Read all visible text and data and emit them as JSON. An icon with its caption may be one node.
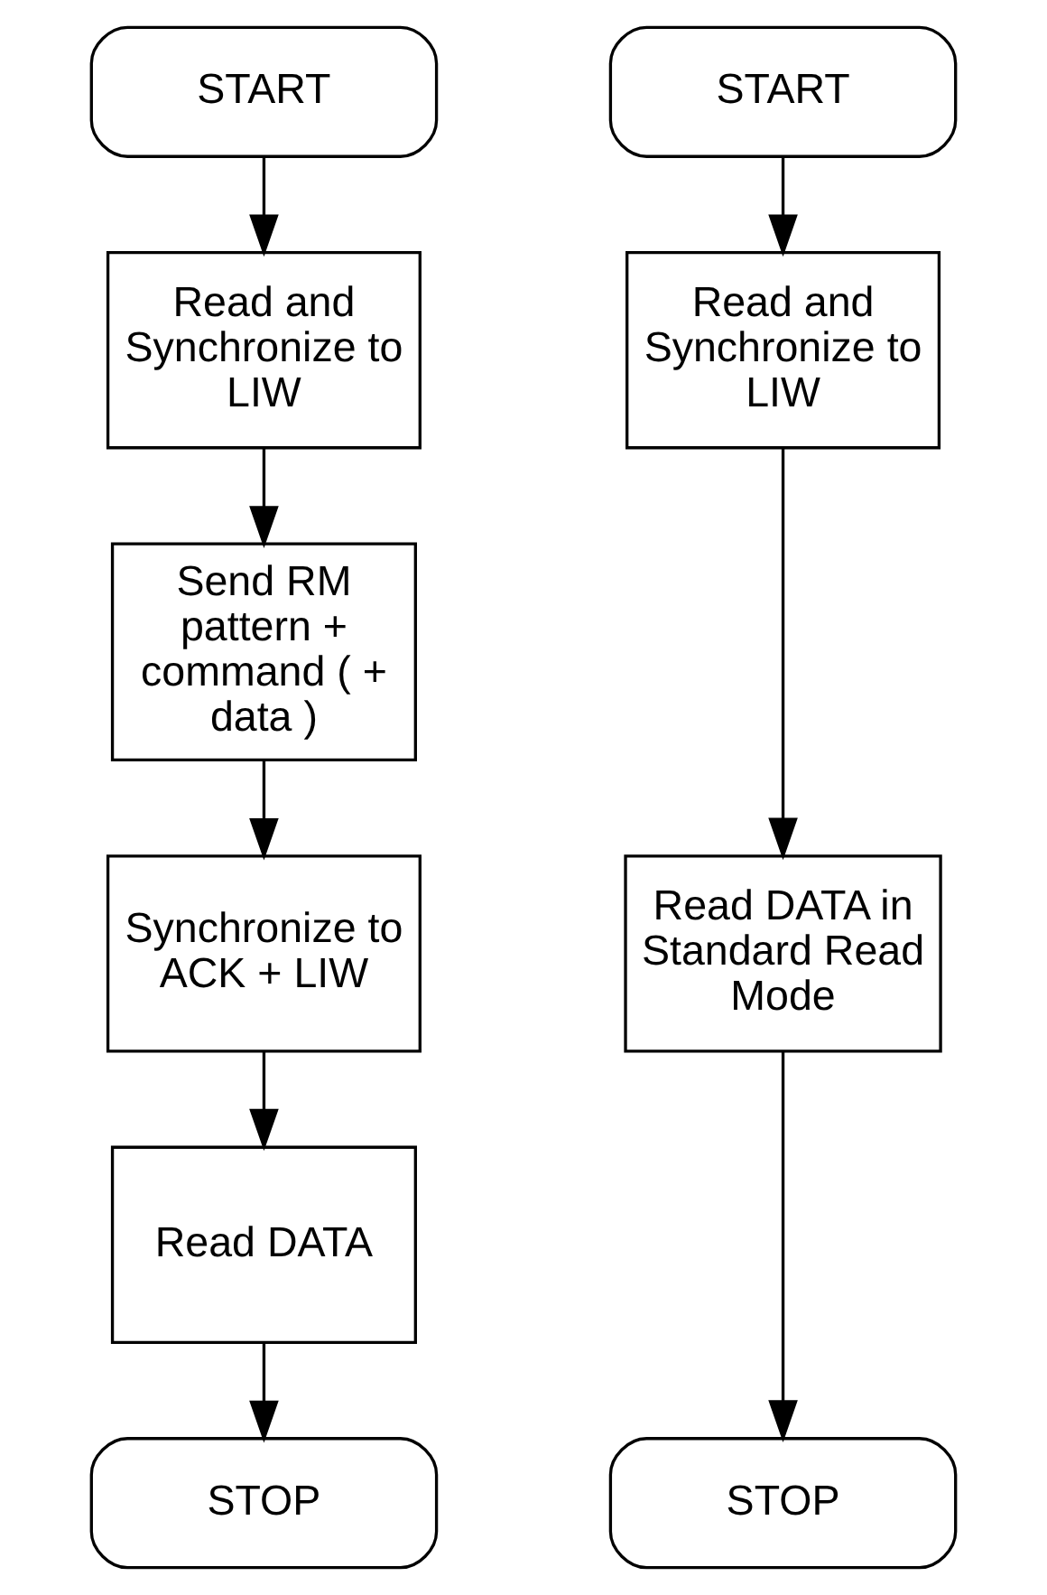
{
  "diagram": {
    "nodes": [
      {
        "text": [
          "START"
        ]
      },
      {
        "text": [
          "Read and Synchronize to LIW"
        ]
      },
      {
        "text": [
          "Send RM pattern + command ( + data )"
        ]
      },
      {
        "text": [
          "Synchronize to ACK + LIW"
        ]
      },
      {
        "text": [
          "Read DATA"
        ]
      },
      {
        "text": [
          "STOP"
        ]
      },
      {
        "text": [
          "START"
        ]
      },
      {
        "text": [
          "Read and Synchronize to LIW"
        ]
      },
      {
        "text": [
          "Read DATA in Standard Read Mode"
        ]
      },
      {
        "text": [
          "STOP"
        ]
      }
    ],
    "edges": [
      {
        "from": 0,
        "to": 1,
        "arrow": "to"
      },
      {
        "from": 1,
        "to": 2,
        "arrow": "to"
      },
      {
        "from": 2,
        "to": 3,
        "arrow": "to"
      },
      {
        "from": 3,
        "to": 4,
        "arrow": "to"
      },
      {
        "from": 4,
        "to": 5,
        "arrow": "to"
      },
      {
        "from": 6,
        "to": 7,
        "arrow": "to"
      },
      {
        "from": 7,
        "to": 8,
        "arrow": "to"
      },
      {
        "from": 8,
        "to": 9,
        "arrow": "to"
      }
    ]
  }
}
